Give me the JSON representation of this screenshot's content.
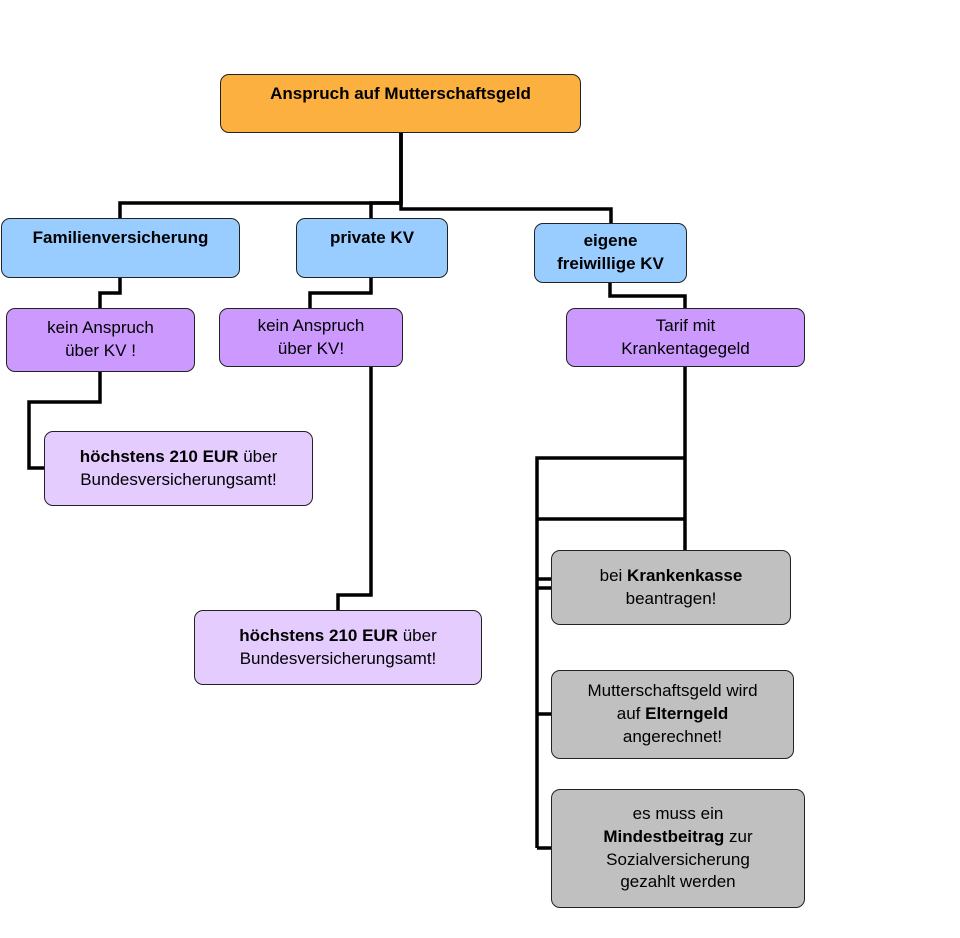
{
  "root": {
    "text": "Anspruch auf Mutterschaftsgeld"
  },
  "level1": {
    "familie": "Familienversicherung",
    "privat": "private KV",
    "eigene_1": "eigene",
    "eigene_2": "freiwillige KV"
  },
  "level2": {
    "familie_1": "kein Anspruch",
    "familie_2": "über KV !",
    "privat_1": "kein Anspruch",
    "privat_2": "über KV!",
    "eigene_1": "Tarif mit",
    "eigene_2": "Krankentagegeld"
  },
  "leaf_familie": {
    "bold": "höchstens 210 EUR",
    "rest": " über",
    "line2": "Bundesversicherungsamt!"
  },
  "leaf_privat": {
    "bold": "höchstens 210 EUR",
    "rest": " über",
    "line2": "Bundesversicherungsamt!"
  },
  "leaf_kasse": {
    "pre": "bei ",
    "bold": "Krankenkasse",
    "line2": "beantragen!"
  },
  "leaf_elterngeld": {
    "line1": "Mutterschaftsgeld wird",
    "pre": "auf ",
    "bold": "Elterngeld",
    "line3": "angerechnet!"
  },
  "leaf_mindest": {
    "line1": "es muss ein",
    "bold": "Mindestbeitrag",
    "post": " zur",
    "line3": "Sozialversicherung",
    "line4": "gezahlt werden"
  },
  "colors": {
    "root": "#fbb040",
    "insurance": "#99ccff",
    "claim": "#cc99ff",
    "max_amount": "#e5ccff",
    "note": "#c0c0c0",
    "connector": "#000000"
  }
}
